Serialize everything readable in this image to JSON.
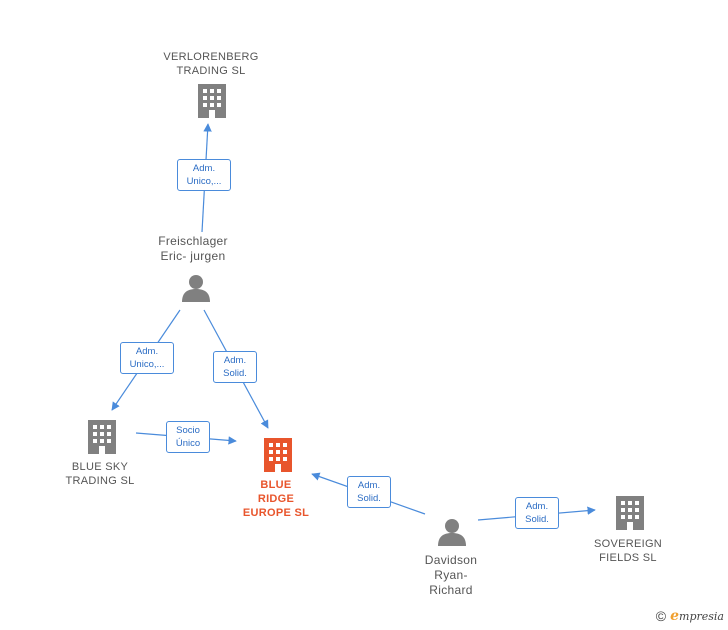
{
  "nodes": {
    "verlorenberg": {
      "label": "VERLORENBERG\nTRADING  SL",
      "icon": "building-icon",
      "color": "#808080"
    },
    "freischlager": {
      "label": "Freischlager\nEric- jurgen",
      "icon": "person-icon",
      "color": "#808080"
    },
    "blue_sky": {
      "label": "BLUE SKY\nTRADING  SL",
      "icon": "building-icon",
      "color": "#808080"
    },
    "blue_ridge": {
      "label": "BLUE\nRIDGE\nEUROPE  SL",
      "icon": "building-icon",
      "color": "#e8552c"
    },
    "davidson": {
      "label": "Davidson\nRyan-\nRichard",
      "icon": "person-icon",
      "color": "#808080"
    },
    "sovereign": {
      "label": "SOVEREIGN\nFIELDS  SL",
      "icon": "building-icon",
      "color": "#808080"
    }
  },
  "edges": {
    "freischlager_verlorenberg": {
      "line1": "Adm.",
      "line2": "Unico,..."
    },
    "freischlager_blue_sky": {
      "line1": "Adm.",
      "line2": "Unico,..."
    },
    "freischlager_blue_ridge": {
      "line1": "Adm.",
      "line2": "Solid."
    },
    "blue_sky_blue_ridge": {
      "line1": "Socio",
      "line2": "Único"
    },
    "davidson_blue_ridge": {
      "line1": "Adm.",
      "line2": "Solid."
    },
    "davidson_sovereign": {
      "line1": "Adm.",
      "line2": "Solid."
    }
  },
  "colors": {
    "edge": "#4a8bdb",
    "node": "#808080",
    "focus": "#e8552c"
  },
  "footer": {
    "copyright_symbol": "©",
    "brand_initial": "e",
    "brand_rest": "mpresia"
  }
}
